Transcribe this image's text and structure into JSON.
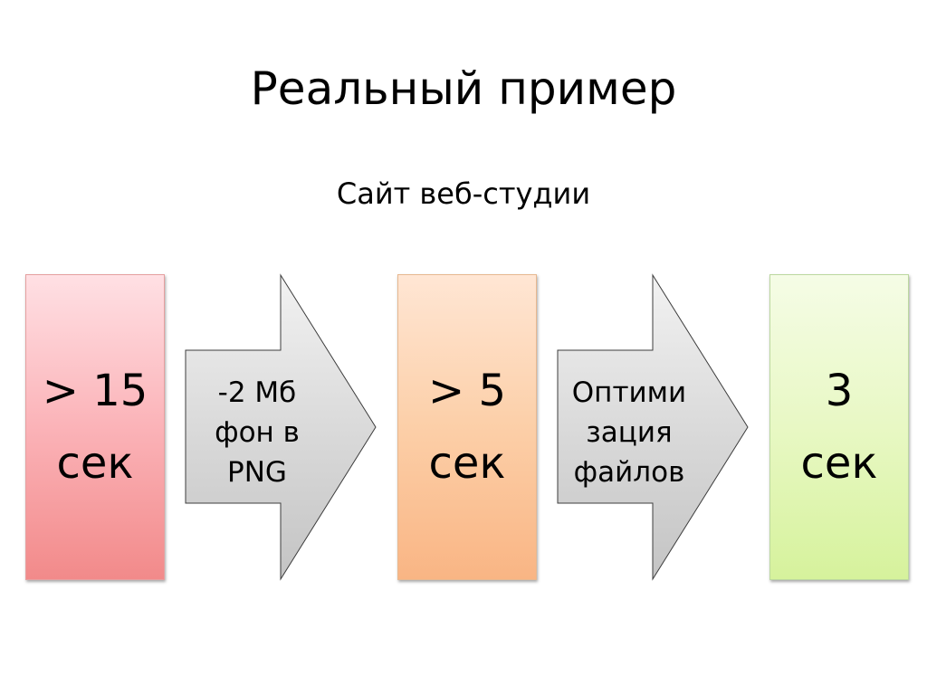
{
  "slide": {
    "title": "Реальный пример",
    "subtitle": "Сайт веб-студии"
  },
  "flow": {
    "start": {
      "line1": "> 15",
      "line2": "сек",
      "color": "#f28a8a"
    },
    "step1": {
      "line1": "-2 Мб",
      "line2": "фон в",
      "line3": "PNG"
    },
    "middle": {
      "line1": "> 5",
      "line2": "сек",
      "color": "#f9b584"
    },
    "step2": {
      "line1": "Оптими",
      "line2": "зация",
      "line3": "файлов"
    },
    "end": {
      "line1": "3",
      "line2": "сек",
      "color": "#d6f29c"
    }
  }
}
